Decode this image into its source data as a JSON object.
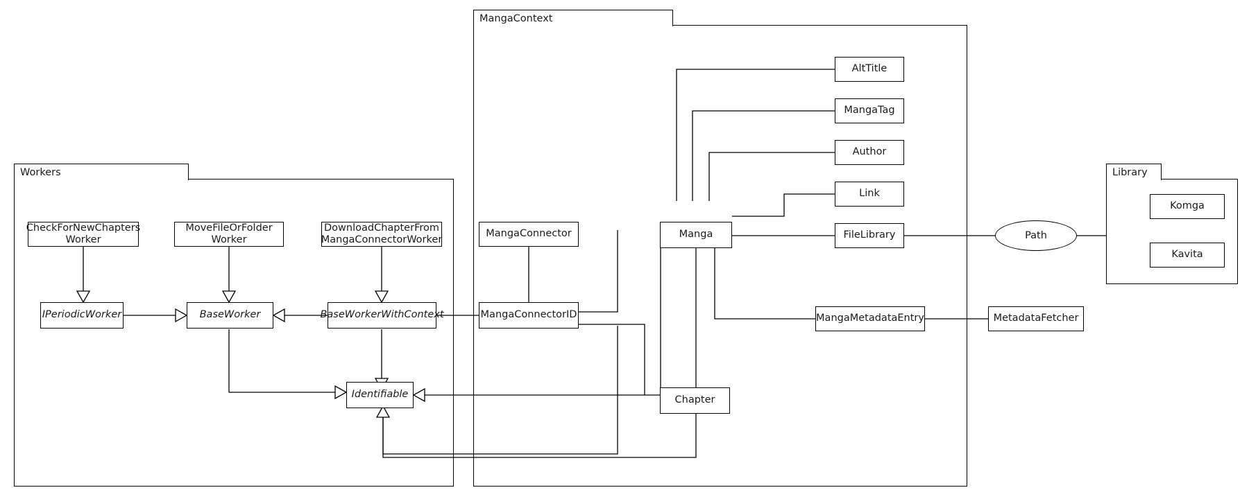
{
  "diagram": {
    "kind": "uml-class-diagram",
    "title": "",
    "line_color": "#000000",
    "background": "#ffffff",
    "text_color": "#1a1a1a"
  },
  "packages": [
    {
      "id": "workers",
      "label": "Workers"
    },
    {
      "id": "mangacontext",
      "label": "MangaContext"
    },
    {
      "id": "library",
      "label": "Library"
    }
  ],
  "nodes": {
    "check_for_new_chapters_worker": {
      "label": "CheckForNewChapters\nWorker",
      "abstract": false
    },
    "move_file_or_folder_worker": {
      "label": "MoveFileOrFolder\nWorker",
      "abstract": false
    },
    "download_chapter_worker": {
      "label": "DownloadChapterFrom\nMangaConnectorWorker",
      "abstract": false
    },
    "iperiodicworker": {
      "label": "IPeriodicWorker",
      "abstract": true
    },
    "baseworker": {
      "label": "BaseWorker",
      "abstract": true
    },
    "baseworkerwithcontext": {
      "label": "BaseWorkerWithContext",
      "abstract": true
    },
    "identifiable": {
      "label": "Identifiable",
      "abstract": true
    },
    "mangaconnector": {
      "label": "MangaConnector",
      "abstract": false
    },
    "mangaconnectorid": {
      "label": "MangaConnectorID",
      "abstract": false
    },
    "manga": {
      "label": "Manga",
      "abstract": false
    },
    "chapter": {
      "label": "Chapter",
      "abstract": false
    },
    "alttitle": {
      "label": "AltTitle",
      "abstract": false
    },
    "mangatag": {
      "label": "MangaTag",
      "abstract": false
    },
    "author": {
      "label": "Author",
      "abstract": false
    },
    "link": {
      "label": "Link",
      "abstract": false
    },
    "filelibrary": {
      "label": "FileLibrary",
      "abstract": false
    },
    "mangametadataentry": {
      "label": "MangaMetadataEntry",
      "abstract": false
    },
    "metadatafetcher": {
      "label": "MetadataFetcher",
      "abstract": false
    },
    "path": {
      "label": "Path",
      "abstract": false
    },
    "komga": {
      "label": "Komga",
      "abstract": false
    },
    "kavita": {
      "label": "Kavita",
      "abstract": false
    }
  },
  "relationships": [
    {
      "from": "check_for_new_chapters_worker",
      "to": "iperiodicworker",
      "type": "generalization"
    },
    {
      "from": "move_file_or_folder_worker",
      "to": "baseworker",
      "type": "generalization"
    },
    {
      "from": "download_chapter_worker",
      "to": "baseworkerwithcontext",
      "type": "generalization"
    },
    {
      "from": "iperiodicworker",
      "to": "baseworker",
      "type": "generalization"
    },
    {
      "from": "baseworkerwithcontext",
      "to": "baseworker",
      "type": "generalization"
    },
    {
      "from": "baseworker",
      "to": "identifiable",
      "type": "generalization"
    },
    {
      "from": "baseworkerwithcontext",
      "to": "identifiable",
      "type": "generalization"
    },
    {
      "from": "mangaconnectorid",
      "to": "identifiable",
      "type": "generalization"
    },
    {
      "from": "chapter",
      "to": "identifiable",
      "type": "generalization"
    },
    {
      "from": "baseworkerwithcontext",
      "to": "mangaconnectorid",
      "type": "association"
    },
    {
      "from": "mangaconnector",
      "to": "mangaconnectorid",
      "type": "association"
    },
    {
      "from": "mangaconnectorid",
      "to": "manga",
      "type": "association"
    },
    {
      "from": "mangaconnectorid",
      "to": "chapter",
      "type": "association"
    },
    {
      "from": "manga",
      "to": "alttitle",
      "type": "association"
    },
    {
      "from": "manga",
      "to": "mangatag",
      "type": "association"
    },
    {
      "from": "manga",
      "to": "author",
      "type": "association"
    },
    {
      "from": "manga",
      "to": "link",
      "type": "association"
    },
    {
      "from": "manga",
      "to": "filelibrary",
      "type": "association"
    },
    {
      "from": "manga",
      "to": "mangametadataentry",
      "type": "association"
    },
    {
      "from": "manga",
      "to": "chapter",
      "type": "association"
    },
    {
      "from": "filelibrary",
      "to": "path",
      "type": "association"
    },
    {
      "from": "path",
      "to": "library",
      "type": "association"
    },
    {
      "from": "mangametadataentry",
      "to": "metadatafetcher",
      "type": "association"
    }
  ]
}
